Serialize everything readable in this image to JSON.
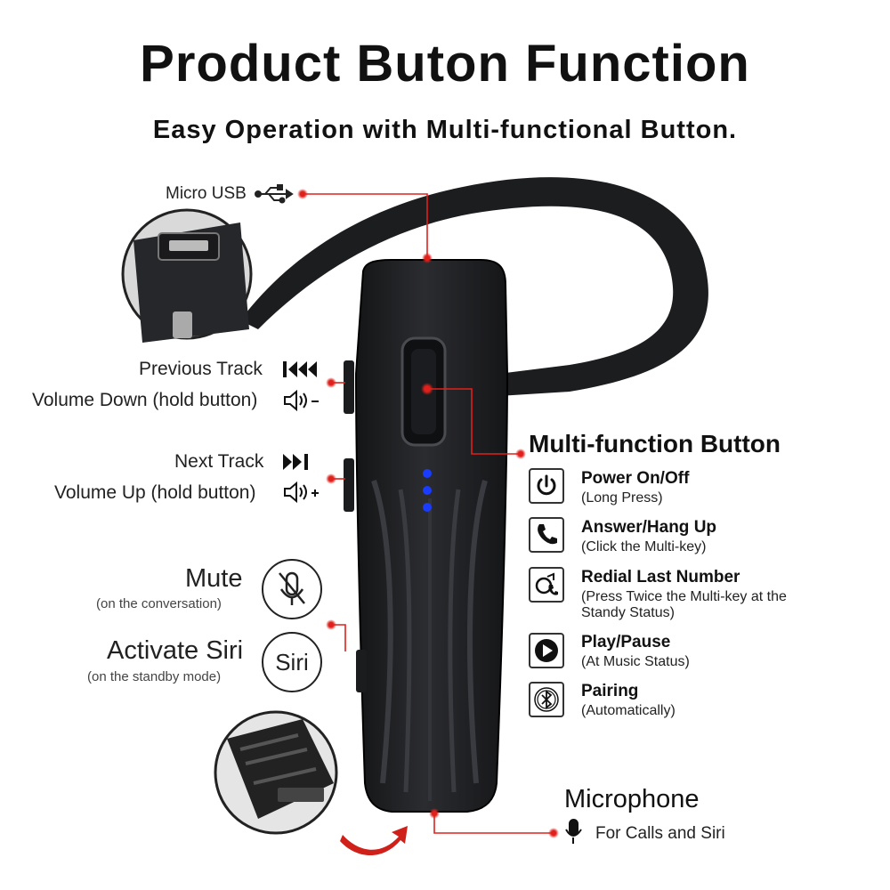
{
  "header": {
    "title": "Product Buton Function",
    "subtitle": "Easy Operation with Multi-functional Button."
  },
  "left_labels": {
    "micro_usb": "Micro USB",
    "previous_track": "Previous Track",
    "volume_down": "Volume Down (hold button)",
    "next_track": "Next Track",
    "volume_up": "Volume Up (hold button)",
    "mute": "Mute",
    "mute_note": "(on the conversation)",
    "siri": "Activate Siri",
    "siri_note": "(on the standby mode)",
    "siri_badge": "Siri"
  },
  "multi_function": {
    "heading": "Multi-function Button",
    "items": [
      {
        "title": "Power On/Off",
        "detail": "(Long Press)",
        "icon": "power-icon"
      },
      {
        "title": "Answer/Hang Up",
        "detail": "(Click the Multi-key)",
        "icon": "phone-icon"
      },
      {
        "title": "Redial Last Number",
        "detail": "(Press Twice the Multi-key at the",
        "detail2": "Standy Status)",
        "icon": "redial-icon"
      },
      {
        "title": "Play/Pause",
        "detail": "(At Music Status)",
        "icon": "play-icon"
      },
      {
        "title": "Pairing",
        "detail": "(Automatically)",
        "icon": "bluetooth-icon"
      }
    ]
  },
  "microphone": {
    "heading": "Microphone",
    "detail": "For Calls and Siri"
  },
  "colors": {
    "accent": "#e0201b",
    "body": "#1e1f22",
    "led": "#1a3cff"
  }
}
